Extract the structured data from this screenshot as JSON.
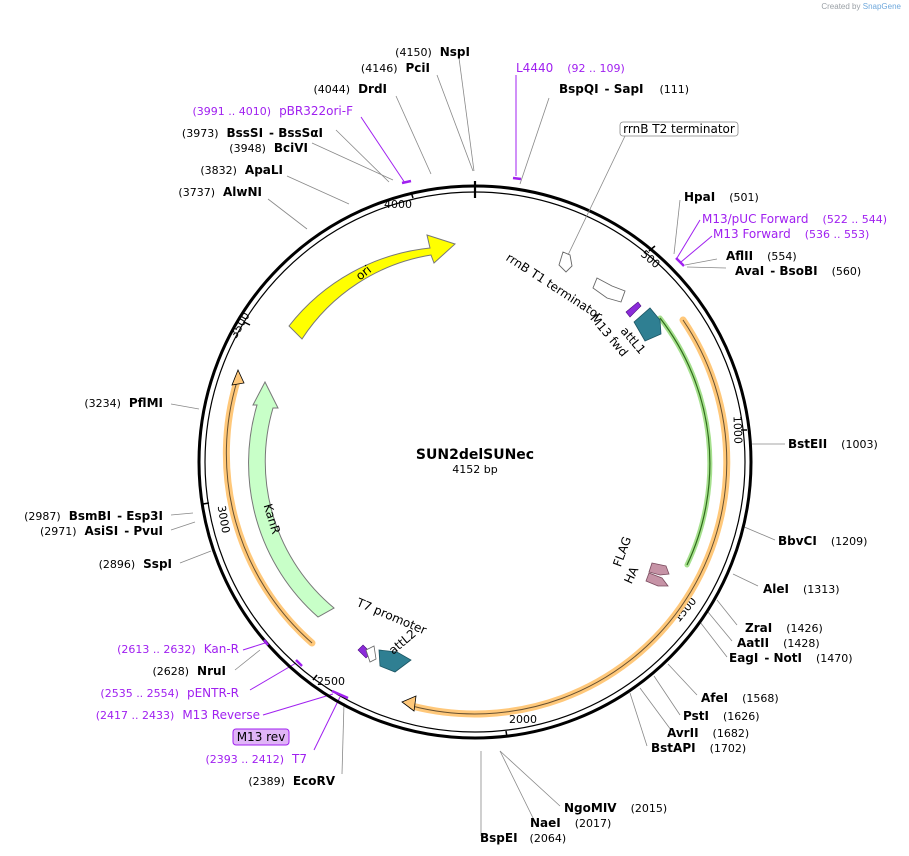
{
  "credit": {
    "prefix": "Created by",
    "brand": "SnapGene"
  },
  "plasmid": {
    "name": "SUN2delSUNec",
    "length_label": "4152 bp"
  },
  "colors": {
    "ori": "#ffff00",
    "kanr": "#c8ffc8",
    "orange_feature": "#ffc87a",
    "green_feature": "#79c05a",
    "att": "#2f7f92",
    "tag": "#c693a6",
    "primer": "#a020f0",
    "terminator": "#ffffff"
  },
  "ticks": [
    "500",
    "1000",
    "1500",
    "2000",
    "2500",
    "3000",
    "3500",
    "4000"
  ],
  "features": {
    "ori": "ori",
    "kanr": "KanR",
    "rrnb_t2": "rrnB T2 terminator",
    "rrnb_t1": "rrnB T1 terminator",
    "m13_fwd": "M13 fwd",
    "attl1": "attL1",
    "flag": "FLAG",
    "ha": "HA",
    "t7_promoter": "T7 promoter",
    "attl2": "attL2",
    "m13_rev_box": "M13 rev"
  },
  "sites": {
    "nspi": {
      "pos": "(4150)",
      "name": "NspI"
    },
    "pcii": {
      "pos": "(4146)",
      "name": "PciI"
    },
    "drdi": {
      "pos": "(4044)",
      "name": "DrdI"
    },
    "bpr": {
      "pos": "(3991 .. 4010)",
      "name": "pBR322ori-F"
    },
    "bsssi": {
      "pos": "(3973)",
      "name": "BssSI",
      "alt": "- BssSαI"
    },
    "bcivi": {
      "pos": "(3948)",
      "name": "BciVI"
    },
    "apali": {
      "pos": "(3832)",
      "name": "ApaLI"
    },
    "alwni": {
      "pos": "(3737)",
      "name": "AlwNI"
    },
    "pflmi": {
      "pos": "(3234)",
      "name": "PflMI"
    },
    "bsmbi": {
      "pos": "(2987)",
      "name": "BsmBI",
      "alt": "- Esp3I"
    },
    "asisi": {
      "pos": "(2971)",
      "name": "AsiSI",
      "alt": "- PvuI"
    },
    "sspi": {
      "pos": "(2896)",
      "name": "SspI"
    },
    "kanr_primer": {
      "pos": "(2613 .. 2632)",
      "name": "Kan-R"
    },
    "nrui": {
      "pos": "(2628)",
      "name": "NruI"
    },
    "pentr": {
      "pos": "(2535 .. 2554)",
      "name": "pENTR-R"
    },
    "m13rev": {
      "pos": "(2417 .. 2433)",
      "name": "M13 Reverse"
    },
    "t7": {
      "pos": "(2393 .. 2412)",
      "name": "T7"
    },
    "ecorv": {
      "pos": "(2389)",
      "name": "EcoRV"
    },
    "l4440": {
      "pos": "(92 .. 109)",
      "name": "L4440"
    },
    "bspqi": {
      "pos": "(111)",
      "name": "BspQI",
      "alt": "- SapI"
    },
    "hpai": {
      "pos": "(501)",
      "name": "HpaI"
    },
    "m13puc": {
      "pos": "(522 .. 544)",
      "name": "M13/pUC Forward"
    },
    "m13f": {
      "pos": "(536 .. 553)",
      "name": "M13 Forward"
    },
    "aflii": {
      "pos": "(554)",
      "name": "AflII"
    },
    "avai": {
      "pos": "(560)",
      "name": "AvaI",
      "alt": "- BsoBI"
    },
    "bsteii": {
      "pos": "(1003)",
      "name": "BstEII"
    },
    "bbvci": {
      "pos": "(1209)",
      "name": "BbvCI"
    },
    "alei": {
      "pos": "(1313)",
      "name": "AleI"
    },
    "zrai": {
      "pos": "(1426)",
      "name": "ZraI"
    },
    "aatii": {
      "pos": "(1428)",
      "name": "AatII"
    },
    "eagi": {
      "pos": "(1470)",
      "name": "EagI",
      "alt": "- NotI"
    },
    "afei": {
      "pos": "(1568)",
      "name": "AfeI"
    },
    "psti": {
      "pos": "(1626)",
      "name": "PstI"
    },
    "avrii": {
      "pos": "(1682)",
      "name": "AvrII"
    },
    "bstapi": {
      "pos": "(1702)",
      "name": "BstAPI"
    },
    "ngomiv": {
      "pos": "(2015)",
      "name": "NgoMIV"
    },
    "naei": {
      "pos": "(2017)",
      "name": "NaeI"
    },
    "bspei": {
      "pos": "(2064)",
      "name": "BspEI"
    }
  }
}
